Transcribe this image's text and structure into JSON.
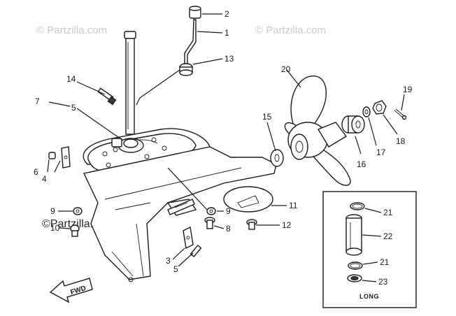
{
  "watermarks": {
    "top_left": "© Partzilla.com",
    "top_right": "© Partzilla.com",
    "lower_left": "©Partzilla.com"
  },
  "callouts": [
    {
      "id": "c1",
      "text": "1"
    },
    {
      "id": "c2",
      "text": "2"
    },
    {
      "id": "c3",
      "text": "3"
    },
    {
      "id": "c4",
      "text": "4"
    },
    {
      "id": "c5a",
      "text": "5"
    },
    {
      "id": "c5b",
      "text": "5"
    },
    {
      "id": "c6",
      "text": "6"
    },
    {
      "id": "c7",
      "text": "7"
    },
    {
      "id": "c8",
      "text": "8"
    },
    {
      "id": "c9a",
      "text": "9"
    },
    {
      "id": "c9b",
      "text": "9"
    },
    {
      "id": "c10",
      "text": "10"
    },
    {
      "id": "c11",
      "text": "11"
    },
    {
      "id": "c12",
      "text": "12"
    },
    {
      "id": "c13",
      "text": "13"
    },
    {
      "id": "c14",
      "text": "14"
    },
    {
      "id": "c15",
      "text": "15"
    },
    {
      "id": "c16",
      "text": "16"
    },
    {
      "id": "c17",
      "text": "17"
    },
    {
      "id": "c18",
      "text": "18"
    },
    {
      "id": "c19",
      "text": "19"
    },
    {
      "id": "c20",
      "text": "20"
    },
    {
      "id": "c21a",
      "text": "21"
    },
    {
      "id": "c21b",
      "text": "21"
    },
    {
      "id": "c22",
      "text": "22"
    },
    {
      "id": "c23",
      "text": "23"
    }
  ],
  "inset": {
    "label": "LONG"
  },
  "fwd_arrow": {
    "label": "FWD"
  }
}
